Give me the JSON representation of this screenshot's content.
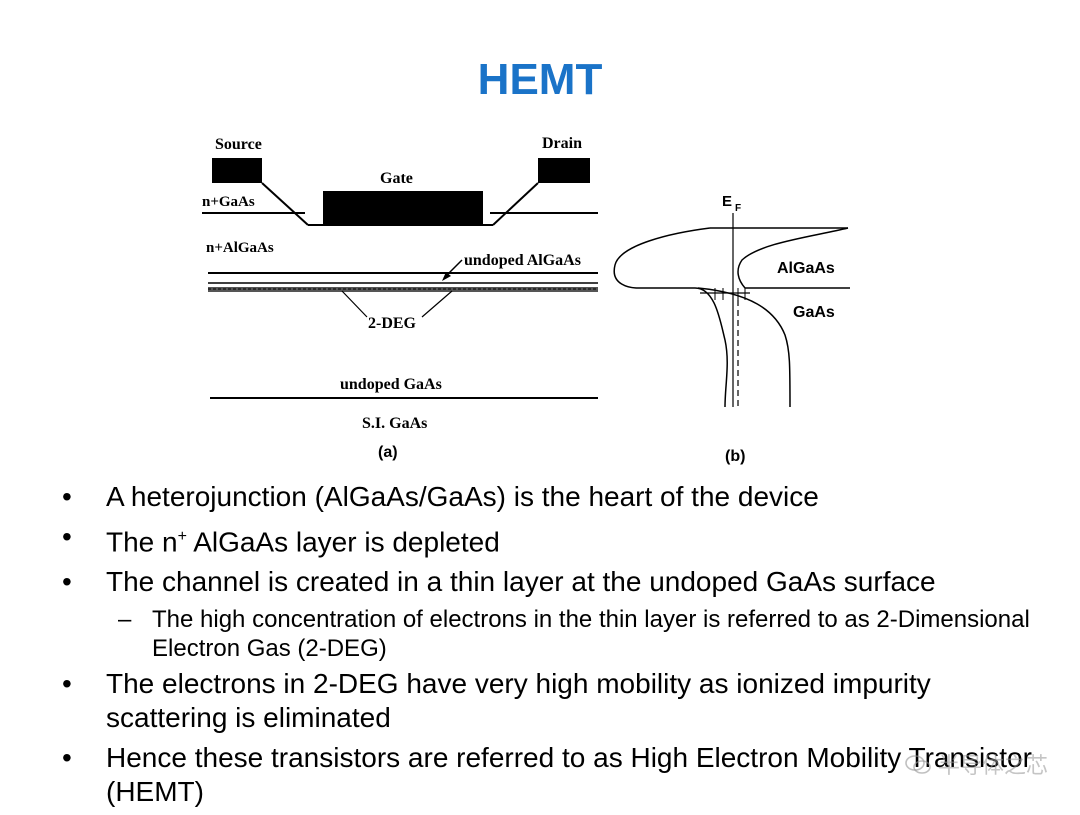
{
  "title": "HEMT",
  "figure": {
    "a": {
      "source": "Source",
      "drain": "Drain",
      "gate": "Gate",
      "n_gaas": "n+GaAs",
      "n_algaas": "n+AlGaAs",
      "undoped_algaas": "undoped AlGaAs",
      "two_deg": "2-DEG",
      "undoped_gaas": "undoped GaAs",
      "si_gaas": "S.I. GaAs",
      "caption": "(a)"
    },
    "b": {
      "ef": "E",
      "ef_sub": "F",
      "algaas": "AlGaAs",
      "gaas": "GaAs",
      "caption": "(b)"
    }
  },
  "bullets": [
    {
      "text": "A heterojunction (AlGaAs/GaAs) is the heart of the device"
    },
    {
      "pre": "The n",
      "sup": "+",
      "post": " AlGaAs layer is depleted"
    },
    {
      "text": "The channel is created in a thin layer at the undoped GaAs surface"
    },
    {
      "sub": "The high concentration of electrons in the thin layer is referred to as 2-Dimensional Electron Gas (2-DEG)"
    },
    {
      "text": "The electrons in 2-DEG have very high mobility as ionized impurity scattering is eliminated"
    },
    {
      "text": "Hence these transistors are referred to as High Electron Mobility Transistor (HEMT)"
    }
  ],
  "watermark": "半导体之芯"
}
